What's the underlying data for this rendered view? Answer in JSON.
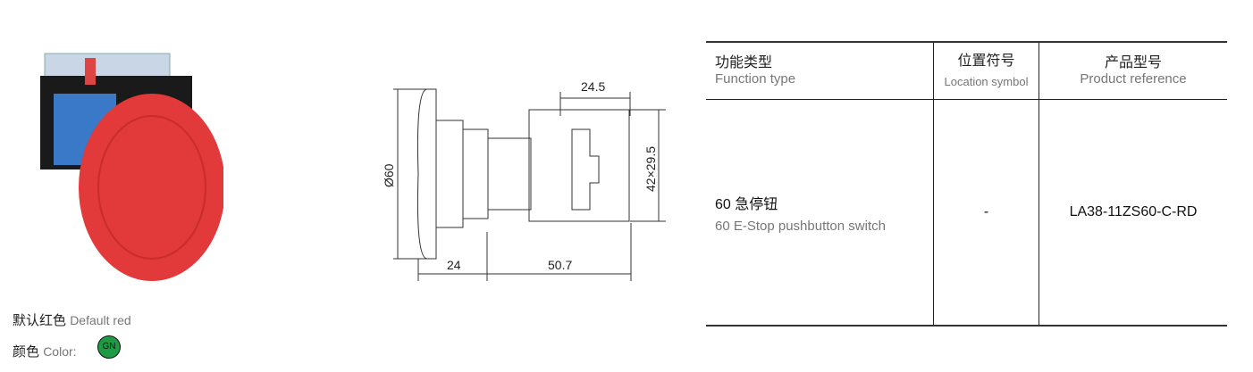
{
  "product": {
    "color_default_cn": "默认红色",
    "color_default_en": "Default red",
    "color_label_cn": "颜色",
    "color_label_en": "Color:",
    "color_badge": "GN",
    "badge_color": "#1e9a45"
  },
  "drawing": {
    "dim_body_width": "24.5",
    "dim_body_section": "42×29.5",
    "dim_diameter": "Ø60",
    "dim_head_depth": "24",
    "dim_body_length": "50.7"
  },
  "table": {
    "headers": [
      {
        "cn": "功能类型",
        "en": "Function type"
      },
      {
        "cn": "位置符号",
        "en": "Location symbol"
      },
      {
        "cn": "产品型号",
        "en": "Product reference"
      }
    ],
    "row": {
      "function_cn": "60 急停钮",
      "function_en": "60 E-Stop pushbutton switch",
      "location_symbol": "-",
      "product_reference": "LA38-11ZS60-C-RD"
    }
  }
}
